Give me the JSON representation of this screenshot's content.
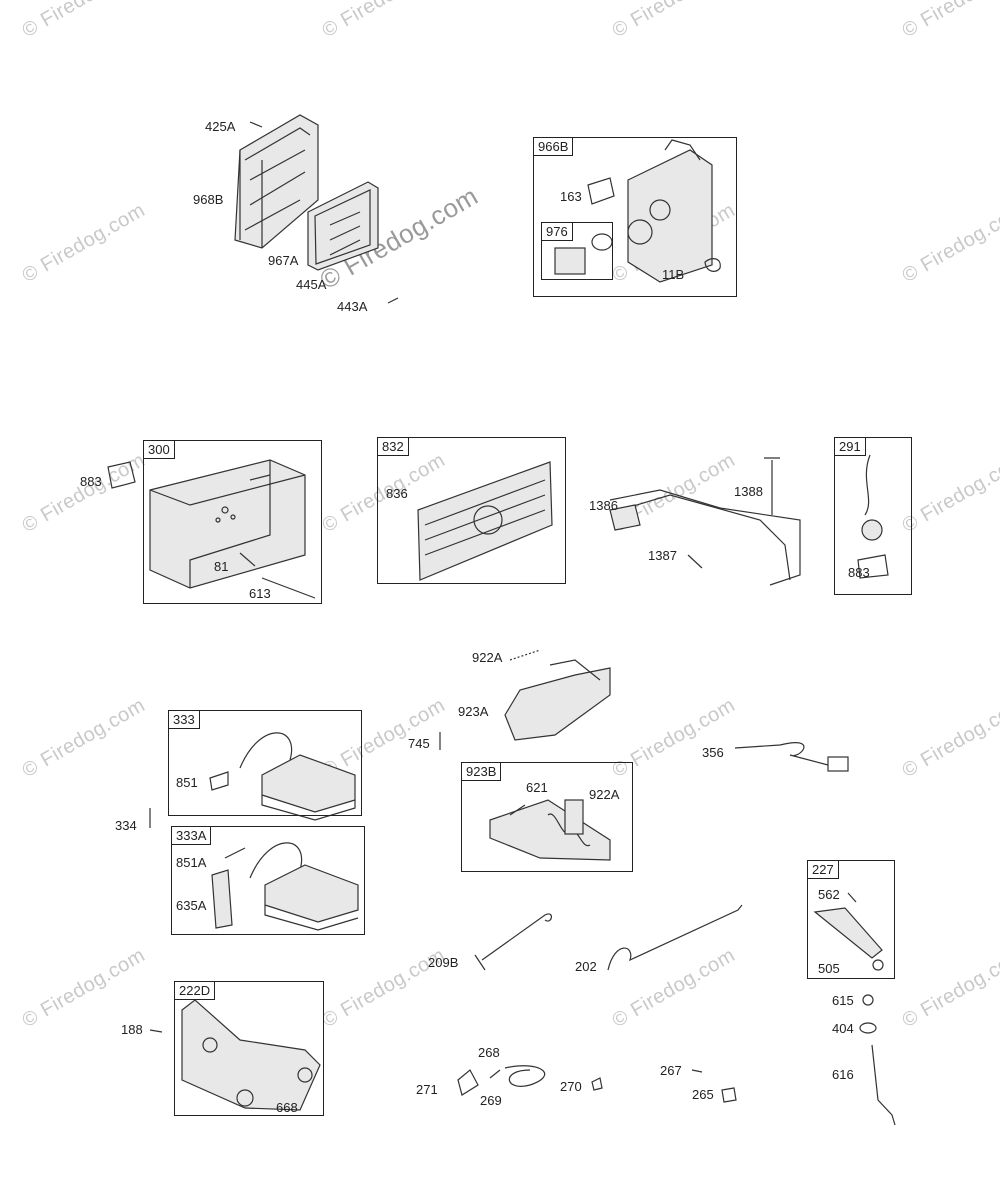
{
  "watermark": "© Firedog.com",
  "boxes": {
    "b966B": "966B",
    "b976": "976",
    "b300": "300",
    "b832": "832",
    "b291": "291",
    "b333": "333",
    "b333A": "333A",
    "b923B": "923B",
    "b227": "227",
    "b222D": "222D"
  },
  "labels": {
    "l425A": "425A",
    "l968B": "968B",
    "l967A": "967A",
    "l445A": "445A",
    "l443A": "443A",
    "l163": "163",
    "l11B": "11B",
    "l883a": "883",
    "l81": "81",
    "l613": "613",
    "l836": "836",
    "l1386": "1386",
    "l1388": "1388",
    "l1387": "1387",
    "l883b": "883",
    "l922A_top": "922A",
    "l923A": "923A",
    "l745": "745",
    "l356": "356",
    "l851": "851",
    "l334": "334",
    "l851A": "851A",
    "l635A": "635A",
    "l621": "621",
    "l922A_box": "922A",
    "l562": "562",
    "l505": "505",
    "l615": "615",
    "l404": "404",
    "l616": "616",
    "l209B": "209B",
    "l202": "202",
    "l188": "188",
    "l668": "668",
    "l268": "268",
    "l271": "271",
    "l269": "269",
    "l270": "270",
    "l267": "267",
    "l265": "265"
  }
}
